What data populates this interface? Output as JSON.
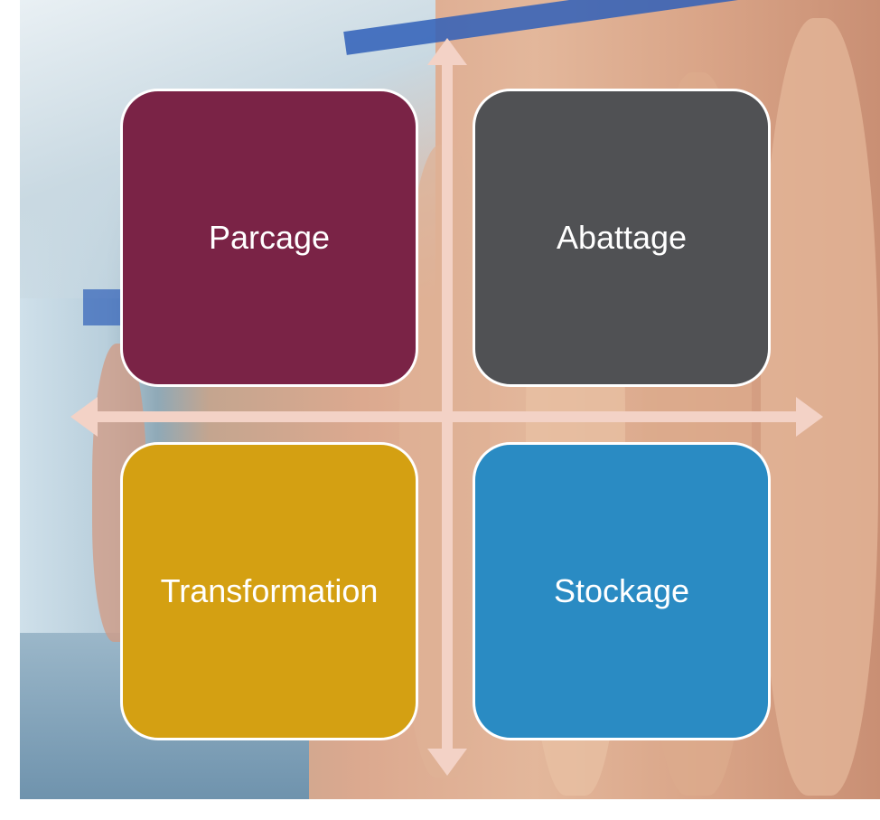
{
  "quadrants": {
    "top_left": {
      "label": "Parcage",
      "color": "#7a2346"
    },
    "top_right": {
      "label": "Abattage",
      "color": "#505154"
    },
    "bottom_left": {
      "label": "Transformation",
      "color": "#d4a012"
    },
    "bottom_right": {
      "label": "Stockage",
      "color": "#2a8bc3"
    }
  },
  "axis_color": "#f3d2c6",
  "background": "cold-room-meat-carcasses-photo"
}
